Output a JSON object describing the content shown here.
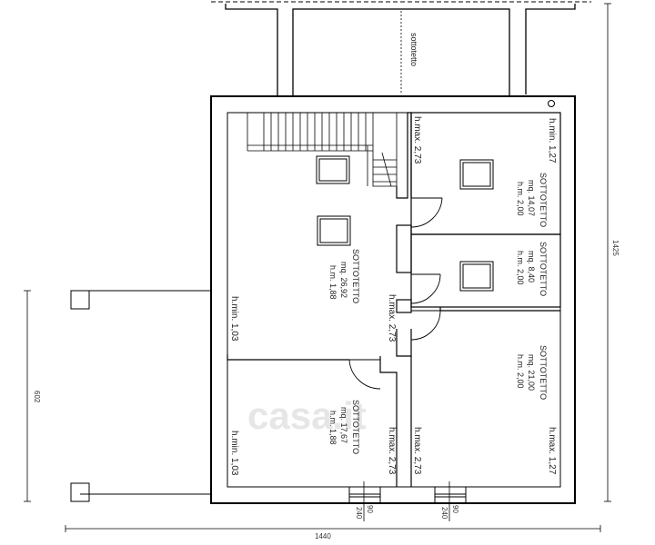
{
  "top_label": "sottotetto",
  "rooms": {
    "large": {
      "name": "SOTTOTETTO",
      "area": "mq. 26,92",
      "hm": "h.m. 1,88",
      "hmin": "h.min.  1,03",
      "hmax": "h.max.  2,73"
    },
    "top_right": {
      "name": "SOTTOTETTO",
      "area": "mq. 14,07",
      "hm": "h.m. 2,00",
      "hmin": "h.min.  1,27",
      "hmax": "h.max.  2,73"
    },
    "mid_right": {
      "name": "SOTTOTETTO",
      "area": "mq. 8,40",
      "hm": "h.m. 2,00"
    },
    "low_right": {
      "name": "SOTTOTETTO",
      "area": "mq. 21,00",
      "hm": "h.m. 2,00",
      "hmin": "h.max.  1,27",
      "hmax": "h.max.  2,73"
    },
    "low_left": {
      "name": "SOTTOTETTO",
      "area": "mq. 17,67",
      "hm": "h.m. 1,88",
      "hmin": "h.min.  1,03",
      "hmax": "h.max.  2,73"
    }
  },
  "corridor_hmax": "h.max.  2,73",
  "dimensions": {
    "total_width": "1440",
    "total_height": "1425",
    "left_height": "602",
    "win1_a": "90",
    "win1_b": "240",
    "win2_a": "90",
    "win2_b": "240"
  },
  "watermark": "casa.it"
}
